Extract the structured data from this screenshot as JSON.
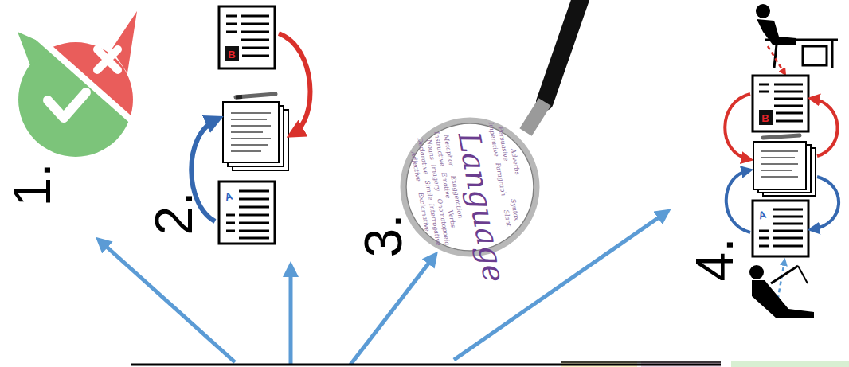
{
  "diagram": {
    "labels": [
      "1.",
      "B",
      "A",
      "2.",
      "Language",
      "Adverbs",
      "Persuasive",
      "Syntax",
      "Imperative",
      "Paragraph",
      "Slant",
      "Metaphor",
      "Exaggeration",
      "Instructive",
      "Emotive",
      "Verbs",
      "Nouns",
      "Imagery",
      "Onomatopoeia",
      "Declarative",
      "Simile",
      "Interrogative",
      "Adjective",
      "Exclamative",
      "3.",
      "B",
      "A",
      "4."
    ]
  }
}
